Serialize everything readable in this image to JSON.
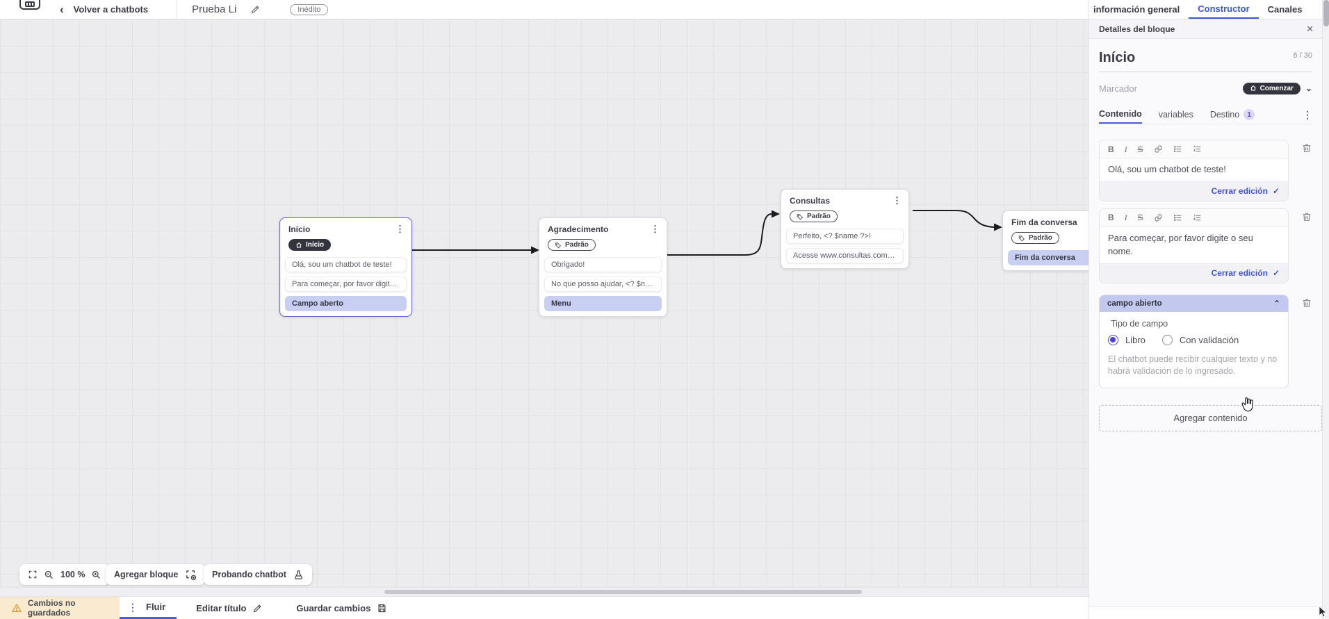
{
  "icons": {
    "chevron_left": "‹",
    "chevron_down": "⌄",
    "chevron_up": "⌃",
    "kebab": "⋮",
    "close": "✕",
    "check": "✓",
    "bold": "B",
    "italic": "I",
    "strikethrough": "S"
  },
  "topbar": {
    "back_label": "Volver a chatbots",
    "title": "Prueba Li",
    "status_badge": "Inédito",
    "tabs": [
      {
        "label": "información general"
      },
      {
        "label": "Constructor"
      },
      {
        "label": "Canales"
      }
    ]
  },
  "canvas": {
    "controls": {
      "zoom_level": "100 %",
      "add_block": "Agregar bloque",
      "test_chatbot": "Probando chatbot"
    },
    "nodes": [
      {
        "title": "Início",
        "badge": "Início",
        "items": [
          "Olá, sou um chatbot de teste!",
          "Para começar, por favor digite o ...",
          "Campo aberto"
        ]
      },
      {
        "title": "Agradecimento",
        "badge": "Padrão",
        "items": [
          "Obrigado!",
          "No que posso ajudar, <? $name ...",
          "Menu"
        ]
      },
      {
        "title": "Consultas",
        "badge": "Padrão",
        "items": [
          "Perfeito, <? $name ?>!",
          "Acesse www.consultas.com par..."
        ]
      },
      {
        "title": "Fim da conversa",
        "badge": "Padrão",
        "items": [
          "Fim da conversa"
        ]
      }
    ]
  },
  "bottombar": {
    "unsaved": "Cambios no guardados",
    "flow_tab": "Fluir",
    "edit_title": "Editar título",
    "save": "Guardar cambios"
  },
  "panel": {
    "header": "Detalles del bloque",
    "block_name": "Início",
    "char_counter": "6 / 30",
    "marker_label": "Marcador",
    "marker_value": "Comenzar",
    "tabs": [
      {
        "label": "Contenido"
      },
      {
        "label": "variables"
      },
      {
        "label": "Destino",
        "badge": "1"
      }
    ],
    "editors": [
      {
        "text": "Olá, sou um chatbot de teste!",
        "close_label": "Cerrar edición"
      },
      {
        "text": "Para começar, por favor digite o seu nome.",
        "close_label": "Cerrar edición"
      }
    ],
    "open_field": {
      "header": "campo abierto",
      "type_label": "Tipo de campo",
      "option_free": "Libro",
      "option_validated": "Con validación",
      "description": "El chatbot puede recibir cualquier texto y no habrá validación de lo ingresado."
    },
    "add_content": "Agregar contenido"
  },
  "colors": {
    "accent_blue": "#3a56d4",
    "selection_purple": "#6164d8",
    "lavender": "#c9cff3",
    "dark_pill": "#34343f",
    "warning_bg": "#f9ead0",
    "warning_icon": "#dd9a33"
  }
}
